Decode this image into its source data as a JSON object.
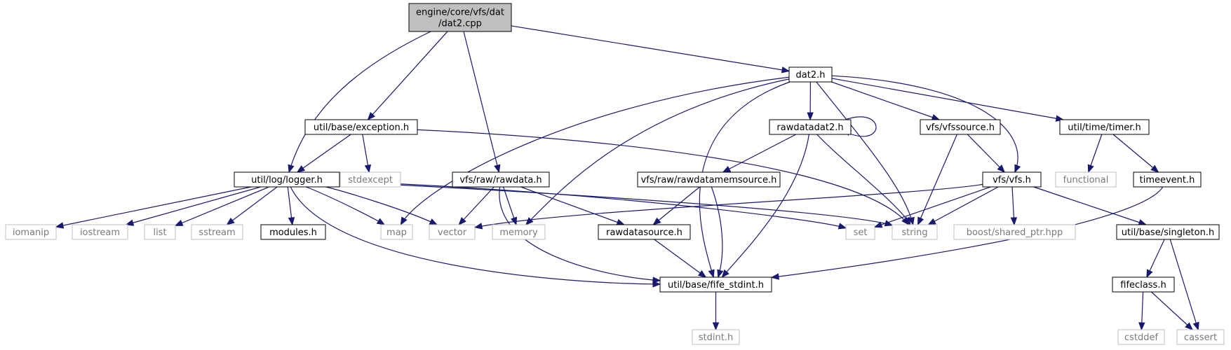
{
  "colors": {
    "edge": "#191970",
    "root_fill": "#bfbfbf",
    "external_border": "#bfbfbf",
    "external_text": "#7a7a7a"
  },
  "nodes": {
    "root": {
      "lines": [
        "engine/core/vfs/dat",
        "/dat2.cpp"
      ],
      "kind": "root"
    },
    "dat2_h": {
      "lines": [
        "dat2.h"
      ],
      "kind": "internal"
    },
    "exception_h": {
      "lines": [
        "util/base/exception.h"
      ],
      "kind": "internal"
    },
    "logger_h": {
      "lines": [
        "util/log/logger.h"
      ],
      "kind": "internal"
    },
    "rawdata_h": {
      "lines": [
        "vfs/raw/rawdata.h"
      ],
      "kind": "internal"
    },
    "rawdatadat2_h": {
      "lines": [
        "rawdatadat2.h"
      ],
      "kind": "internal"
    },
    "vfssource_h": {
      "lines": [
        "vfs/vfssource.h"
      ],
      "kind": "internal"
    },
    "timer_h": {
      "lines": [
        "util/time/timer.h"
      ],
      "kind": "internal"
    },
    "stdexcept": {
      "lines": [
        "stdexcept"
      ],
      "kind": "external"
    },
    "rawdatamemsource_h": {
      "lines": [
        "vfs/raw/rawdatamemsource.h"
      ],
      "kind": "internal"
    },
    "vfs_h": {
      "lines": [
        "vfs/vfs.h"
      ],
      "kind": "internal"
    },
    "functional": {
      "lines": [
        "functional"
      ],
      "kind": "external"
    },
    "timeevent_h": {
      "lines": [
        "timeevent.h"
      ],
      "kind": "internal"
    },
    "iomanip": {
      "lines": [
        "iomanip"
      ],
      "kind": "external"
    },
    "iostream": {
      "lines": [
        "iostream"
      ],
      "kind": "external"
    },
    "list": {
      "lines": [
        "list"
      ],
      "kind": "external"
    },
    "sstream": {
      "lines": [
        "sstream"
      ],
      "kind": "external"
    },
    "modules_h": {
      "lines": [
        "modules.h"
      ],
      "kind": "internal"
    },
    "map": {
      "lines": [
        "map"
      ],
      "kind": "external"
    },
    "vector": {
      "lines": [
        "vector"
      ],
      "kind": "external"
    },
    "memory": {
      "lines": [
        "memory"
      ],
      "kind": "external"
    },
    "rawdatasource_h": {
      "lines": [
        "rawdatasource.h"
      ],
      "kind": "internal"
    },
    "set": {
      "lines": [
        "set"
      ],
      "kind": "external"
    },
    "string": {
      "lines": [
        "string"
      ],
      "kind": "external"
    },
    "shared_ptr": {
      "lines": [
        "boost/shared_ptr.hpp"
      ],
      "kind": "external"
    },
    "singleton_h": {
      "lines": [
        "util/base/singleton.h"
      ],
      "kind": "internal"
    },
    "fife_stdint_h": {
      "lines": [
        "util/base/fife_stdint.h"
      ],
      "kind": "internal"
    },
    "fifeclass_h": {
      "lines": [
        "fifeclass.h"
      ],
      "kind": "internal"
    },
    "stdint_h": {
      "lines": [
        "stdint.h"
      ],
      "kind": "external"
    },
    "cstddef": {
      "lines": [
        "cstddef"
      ],
      "kind": "external"
    },
    "cassert": {
      "lines": [
        "cassert"
      ],
      "kind": "external"
    }
  },
  "edges": [
    [
      "root",
      "dat2_h"
    ],
    [
      "root",
      "exception_h"
    ],
    [
      "root",
      "logger_h"
    ],
    [
      "root",
      "rawdata_h"
    ],
    [
      "dat2_h",
      "rawdatadat2_h"
    ],
    [
      "dat2_h",
      "vfssource_h"
    ],
    [
      "dat2_h",
      "timer_h"
    ],
    [
      "dat2_h",
      "vfs_h"
    ],
    [
      "dat2_h",
      "map"
    ],
    [
      "dat2_h",
      "memory"
    ],
    [
      "dat2_h",
      "string"
    ],
    [
      "dat2_h",
      "fife_stdint_h"
    ],
    [
      "exception_h",
      "logger_h"
    ],
    [
      "exception_h",
      "stdexcept"
    ],
    [
      "exception_h",
      "string"
    ],
    [
      "logger_h",
      "iomanip"
    ],
    [
      "logger_h",
      "iostream"
    ],
    [
      "logger_h",
      "list"
    ],
    [
      "logger_h",
      "sstream"
    ],
    [
      "logger_h",
      "modules_h"
    ],
    [
      "logger_h",
      "map"
    ],
    [
      "logger_h",
      "vector"
    ],
    [
      "logger_h",
      "set"
    ],
    [
      "logger_h",
      "string"
    ],
    [
      "logger_h",
      "fife_stdint_h"
    ],
    [
      "rawdata_h",
      "vector"
    ],
    [
      "rawdata_h",
      "memory"
    ],
    [
      "rawdata_h",
      "rawdatasource_h"
    ],
    [
      "rawdata_h",
      "fife_stdint_h"
    ],
    [
      "rawdatadat2_h",
      "rawdatadat2_h"
    ],
    [
      "rawdatadat2_h",
      "rawdatamemsource_h"
    ],
    [
      "rawdatadat2_h",
      "string"
    ],
    [
      "rawdatadat2_h",
      "fife_stdint_h"
    ],
    [
      "vfssource_h",
      "vfs_h"
    ],
    [
      "vfssource_h",
      "string"
    ],
    [
      "timer_h",
      "functional"
    ],
    [
      "timer_h",
      "timeevent_h"
    ],
    [
      "rawdatamemsource_h",
      "rawdatasource_h"
    ],
    [
      "rawdatamemsource_h",
      "fife_stdint_h"
    ],
    [
      "vfs_h",
      "vector"
    ],
    [
      "vfs_h",
      "set"
    ],
    [
      "vfs_h",
      "string"
    ],
    [
      "vfs_h",
      "shared_ptr"
    ],
    [
      "vfs_h",
      "singleton_h"
    ],
    [
      "timeevent_h",
      "fife_stdint_h"
    ],
    [
      "rawdatasource_h",
      "fife_stdint_h"
    ],
    [
      "singleton_h",
      "fifeclass_h"
    ],
    [
      "singleton_h",
      "cassert"
    ],
    [
      "fifeclass_h",
      "cstddef"
    ],
    [
      "fifeclass_h",
      "cassert"
    ],
    [
      "fife_stdint_h",
      "stdint_h"
    ]
  ]
}
